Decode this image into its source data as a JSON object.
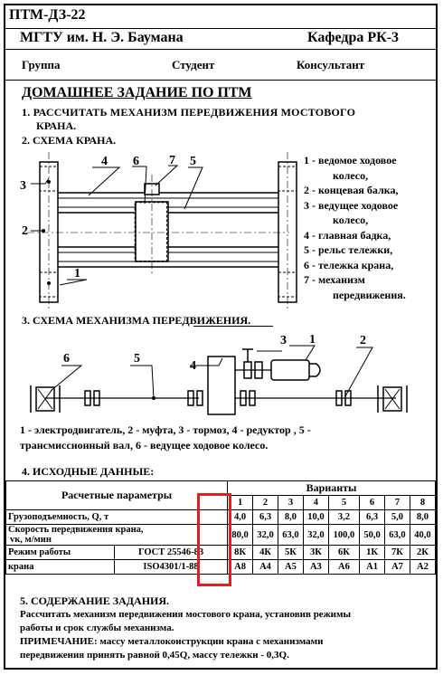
{
  "header": {
    "code": "ПТМ-ДЗ-22",
    "university": "МГТУ им. Н. Э. Баумана",
    "department": "Кафедра РК-3",
    "group_label": "Группа",
    "student_label": "Студент",
    "consultant_label": "Консультант"
  },
  "title": "ДОМАШНЕЕ ЗАДАНИЕ ПО ПТМ",
  "section1": {
    "line1": "1. РАССЧИТАТЬ МЕХАНИЗМ ПЕРЕДВИЖЕНИЯ МОСТОВОГО",
    "line2": "КРАНА."
  },
  "section2": {
    "heading": "2. СХЕМА КРАНА.",
    "labels": [
      "1",
      "2",
      "3",
      "4",
      "5",
      "6",
      "7"
    ],
    "legend": [
      "1 - ведомое ходовое",
      "колесо,",
      "2 - концевая балка,",
      "3 - ведущее ходовое",
      "колесо,",
      "4 - главная бадка,",
      "5 - рельс тележки,",
      "6 - тележка крана,",
      "7 - механизм",
      "передвижения."
    ]
  },
  "section3": {
    "heading": "3. СХЕМА МЕХАНИЗМА ПЕРЕДВИЖЕНИЯ.",
    "labels": [
      "1",
      "2",
      "3",
      "4",
      "5",
      "6"
    ],
    "legend_line1": "1 - электродвигатель, 2 - муфта, 3 - тормоз, 4 - редуктор , 5 -",
    "legend_line2": "трансмиссионный вал, 6 - ведущее ходовое колесо."
  },
  "section4": {
    "heading": "4. ИСХОДНЫЕ ДАННЫЕ:",
    "param_header": "Расчетные параметры",
    "variants_header": "Варианты",
    "variants": [
      "1",
      "2",
      "3",
      "4",
      "5",
      "6",
      "7",
      "8"
    ],
    "rows": {
      "load_label": "Грузоподъемность, Q, т",
      "load": [
        "4,0",
        "6,3",
        "8,0",
        "10,0",
        "3,2",
        "6,3",
        "5,0",
        "8,0"
      ],
      "speed_label1": "Скорость передвижения крана,",
      "speed_label2": "vк, м/мин",
      "speed": [
        "80,0",
        "32,0",
        "63,0",
        "32,0",
        "100,0",
        "50,0",
        "63,0",
        "40,0"
      ],
      "mode_label1": "Режим работы",
      "mode_label2": "крана",
      "gost": "ГОСТ 25546-83",
      "iso": "ISO4301/1-88",
      "gost_values": [
        "8К",
        "4К",
        "5К",
        "3К",
        "6К",
        "1К",
        "7К",
        "2К"
      ],
      "iso_values": [
        "А8",
        "А4",
        "А5",
        "А3",
        "А6",
        "А1",
        "А7",
        "А2"
      ]
    }
  },
  "section5": {
    "heading": "5. СОДЕРЖАНИЕ ЗАДАНИЯ.",
    "line1": "Рассчитать механизм передвижения мостового крана, установив режимы",
    "line2": "работы и срок службы механизма.",
    "note1": "ПРИМЕЧАНИЕ: массу металлоконструкции крана с механизмами",
    "note2": "передвижения принять равной 0,45Q, массу тележки - 0,3Q."
  },
  "colors": {
    "highlight": "#e02020"
  }
}
